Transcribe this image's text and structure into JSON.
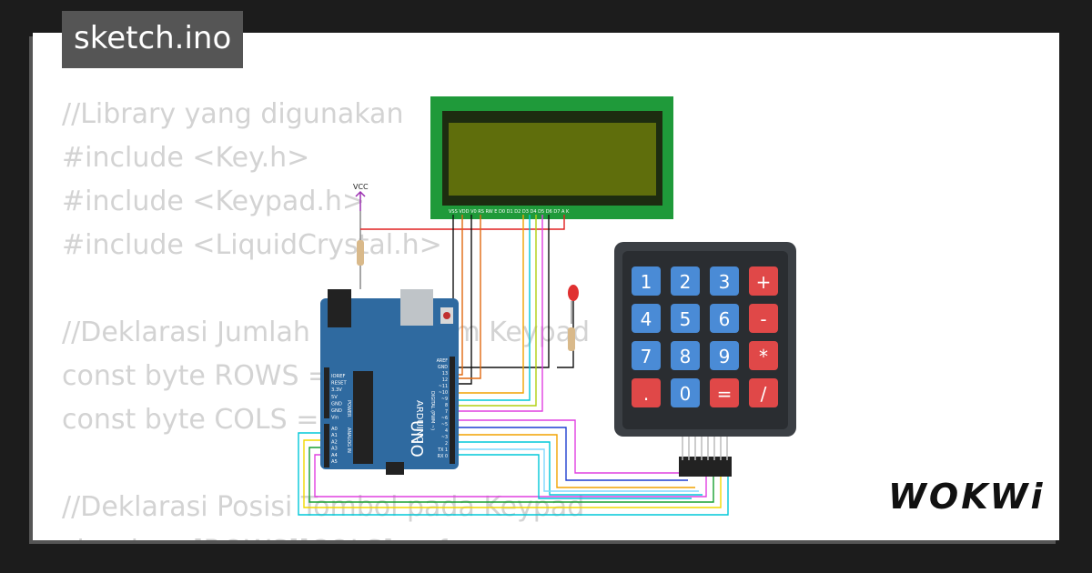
{
  "header": {
    "title": "sketch.ino"
  },
  "code": {
    "lines": [
      "//Library yang digunakan",
      "#include <Key.h>",
      "#include <Keypad.h>",
      "#include <LiquidCrystal.h>",
      "",
      "//Deklarasi Jumlah Baris Kolom Keypad",
      "const byte ROWS = 4;",
      "const byte COLS = 4;",
      "",
      "//Deklarasi Posisi Tombol pada Keypad",
      "char keys[ROWS][COLS] = {"
    ]
  },
  "circuit": {
    "vcc_label": "VCC",
    "lcd_pins_label": "VSS VDD V0 RS RW E D0 D1 D2 D3 D4 D5 D6 D7 A K",
    "arduino": {
      "brand": "ARDUINO",
      "model": "UNO",
      "digital_label": "DIGITAL (PWM ~)",
      "power_label": "POWER",
      "analog_label": "ANALOG IN",
      "left_pins": [
        "IOREF",
        "RESET",
        "3.3V",
        "5V",
        "GND",
        "GND",
        "Vin"
      ],
      "analog_pins": [
        "A0",
        "A1",
        "A2",
        "A3",
        "A4",
        "A5"
      ],
      "right_pins": [
        "AREF",
        "GND",
        "13",
        "12",
        "~11",
        "~10",
        "~9",
        "8",
        "7",
        "~6",
        "~5",
        "4",
        "~3",
        "2",
        "TX 1",
        "RX 0"
      ]
    },
    "keypad": {
      "keys": [
        "1",
        "2",
        "3",
        "+",
        "4",
        "5",
        "6",
        "-",
        "7",
        "8",
        "9",
        "*",
        ".",
        "0",
        "=",
        "/"
      ]
    },
    "colors": {
      "lcd_board": "#1f9a3a",
      "lcd_screen": "#5f6e0c",
      "arduino_board": "#2f6aa0",
      "keypad_body": "#3b3f44",
      "key_blue": "#4a8bd6",
      "key_red": "#e04848"
    }
  },
  "logo": {
    "text": "WOKWi"
  }
}
